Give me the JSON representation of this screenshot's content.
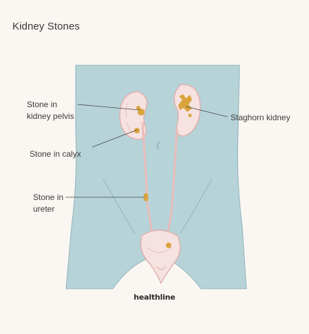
{
  "title": "Kidney Stones",
  "labels": {
    "kidney_pelvis_line1": "Stone in",
    "kidney_pelvis_line2": "kidney pelvis",
    "calyx": "Stone in calyx",
    "ureter_line1": "Stone in",
    "ureter_line2": "ureter",
    "staghorn": "Staghorn kidney"
  },
  "brand": "healthline",
  "colors": {
    "card_background": "#faf6f2",
    "body_fill": "#b6d3d8",
    "body_outline": "#8fb3b9",
    "organ_fill": "#f6e2e0",
    "organ_outline": "#e0b0ad",
    "stone": "#d9a43c",
    "leader_line": "#444444"
  }
}
